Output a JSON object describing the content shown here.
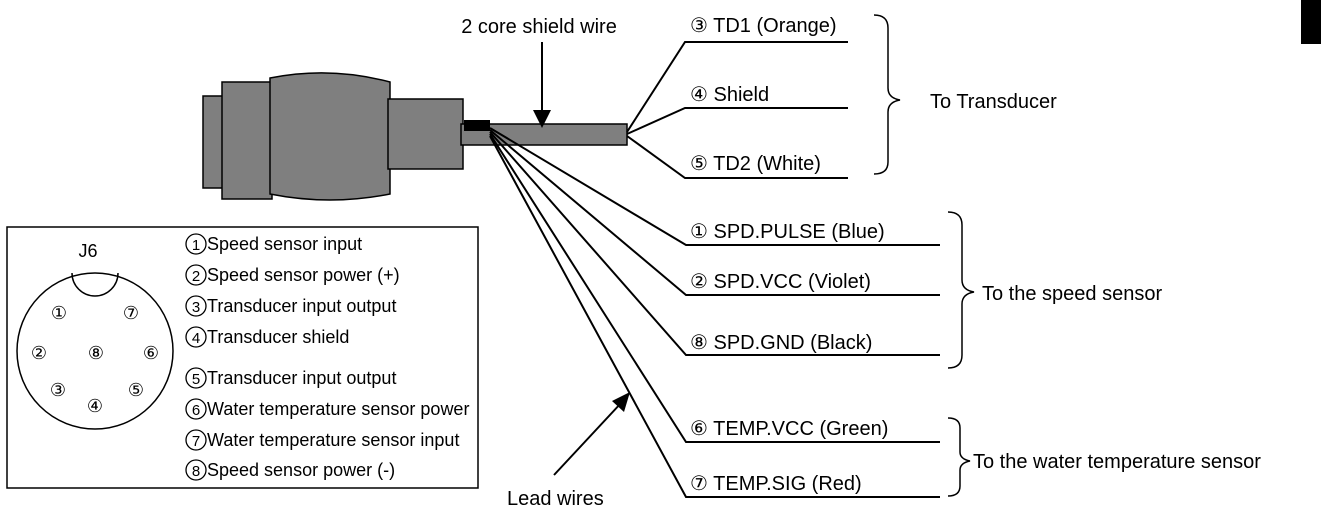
{
  "labels": {
    "shield_wire": "2 core shield wire",
    "lead_wires": "Lead wires",
    "connector": "J6"
  },
  "transducer_group": {
    "target": "To Transducer",
    "wires": [
      {
        "num": "③",
        "label": "TD1 (Orange)"
      },
      {
        "num": "④",
        "label": "Shield"
      },
      {
        "num": "⑤",
        "label": "TD2 (White)"
      }
    ]
  },
  "speed_group": {
    "target": "To the speed sensor",
    "wires": [
      {
        "num": "①",
        "label": "SPD.PULSE (Blue)"
      },
      {
        "num": "②",
        "label": "SPD.VCC (Violet)"
      },
      {
        "num": "⑧",
        "label": "SPD.GND (Black)"
      }
    ]
  },
  "temp_group": {
    "target": "To the water temperature sensor",
    "wires": [
      {
        "num": "⑥",
        "label": "TEMP.VCC (Green)"
      },
      {
        "num": "⑦",
        "label": "TEMP.SIG (Red)"
      }
    ]
  },
  "pin_list": [
    {
      "num": "1",
      "desc": "Speed sensor input"
    },
    {
      "num": "2",
      "desc": "Speed sensor power (+)"
    },
    {
      "num": "3",
      "desc": "Transducer input output"
    },
    {
      "num": "4",
      "desc": "Transducer shield"
    },
    {
      "num": "5",
      "desc": "Transducer input output"
    },
    {
      "num": "6",
      "desc": "Water temperature sensor power"
    },
    {
      "num": "7",
      "desc": "Water temperature sensor input"
    },
    {
      "num": "8",
      "desc": "Speed sensor power (-)"
    }
  ],
  "connector_face": [
    "①",
    "⑦",
    "②",
    "⑧",
    "⑥",
    "③",
    "④",
    "⑤"
  ]
}
